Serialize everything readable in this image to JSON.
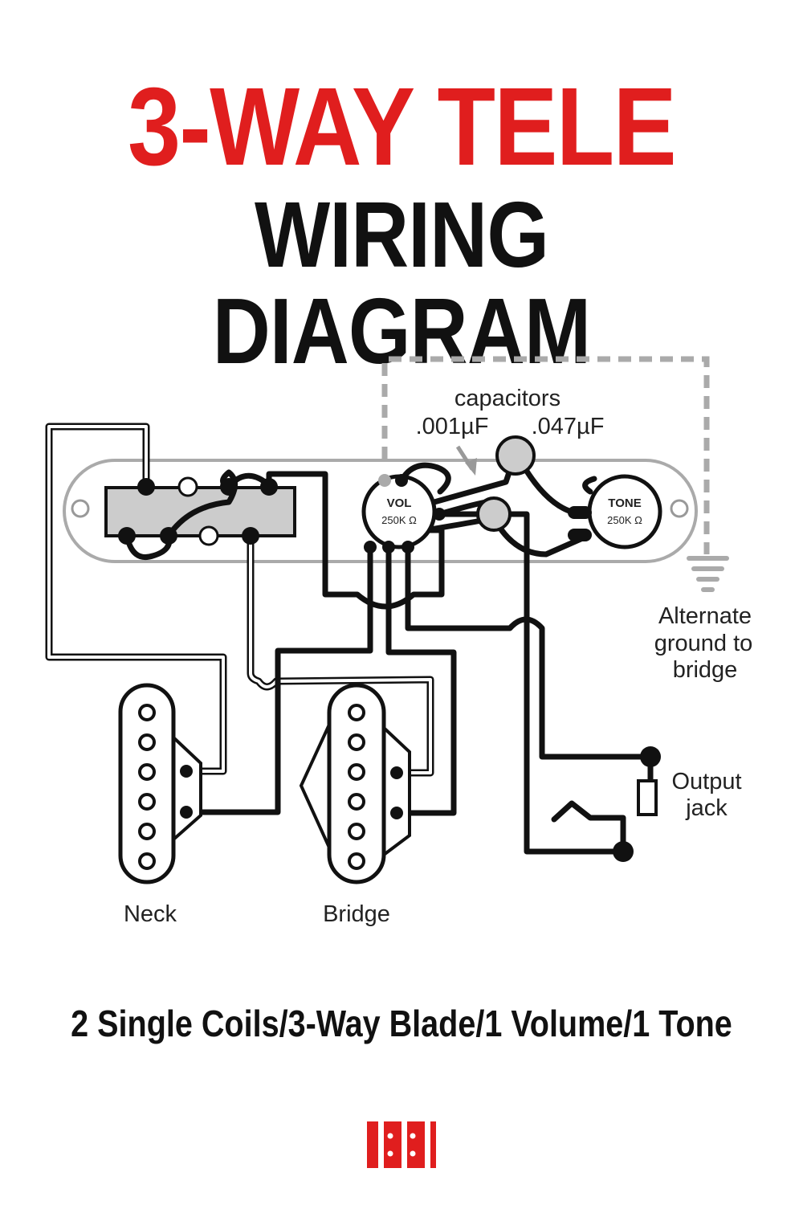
{
  "title": {
    "line1": "3-WAY TELE",
    "line2": "WIRING DIAGRAM"
  },
  "labels": {
    "capacitors": "capacitors",
    "cap1": ".001µF",
    "cap2": ".047µF",
    "vol": "VOL",
    "vol_value": "250K Ω",
    "tone": "TONE",
    "tone_value": "250K Ω",
    "ground_line1": "Alternate",
    "ground_line2": "ground to",
    "ground_line3": "bridge",
    "jack_line1": "Output",
    "jack_line2": "jack",
    "neck": "Neck",
    "bridge": "Bridge"
  },
  "subtitle": "2 Single Coils/3-Way Blade/1 Volume/1 Tone",
  "colors": {
    "title_red": "#e01e1e",
    "wire": "#111111",
    "ground_wire": "#aaaaaa",
    "switch_fill": "#cccccc",
    "logo": "#e01e1e"
  }
}
